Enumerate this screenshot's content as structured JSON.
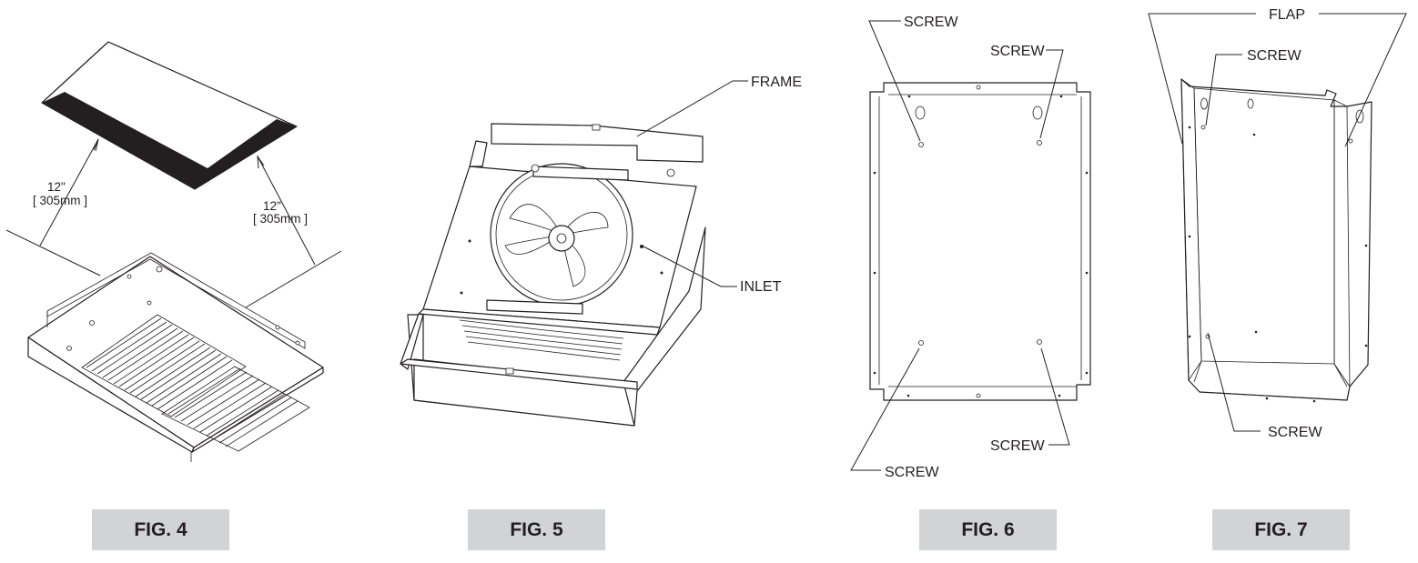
{
  "fig4": {
    "caption": "FIG. 4",
    "dim_left_in": "12\"",
    "dim_left_mm": "[ 305mm ]",
    "dim_right_in": "12\"",
    "dim_right_mm": "[ 305mm ]"
  },
  "fig5": {
    "caption": "FIG. 5",
    "frame_label": "FRAME",
    "inlet_label": "INLET"
  },
  "fig6": {
    "caption": "FIG. 6",
    "screw_top_left": "SCREW",
    "screw_top_right": "SCREW",
    "screw_bottom_right": "SCREW",
    "screw_bottom_left": "SCREW"
  },
  "fig7": {
    "caption": "FIG. 7",
    "flap_label": "FLAP",
    "screw_top": "SCREW",
    "screw_bottom": "SCREW"
  }
}
